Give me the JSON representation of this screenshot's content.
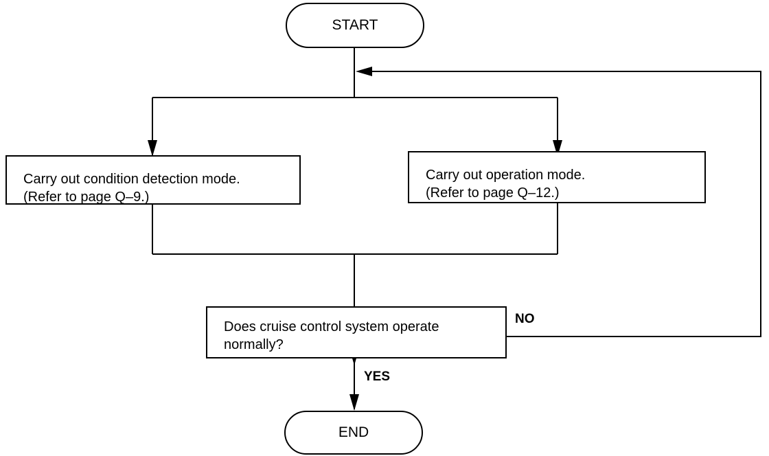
{
  "nodes": {
    "start": {
      "label": "START"
    },
    "condition_mode": {
      "line1": "Carry out condition detection mode.",
      "line2": "(Refer to page Q–9.)"
    },
    "operation_mode": {
      "line1": "Carry out operation mode.",
      "line2": "(Refer to page Q–12.)"
    },
    "decision": {
      "line1": "Does cruise control system operate",
      "line2": "normally?"
    },
    "end": {
      "label": "END"
    }
  },
  "edges": {
    "no_label": "NO",
    "yes_label": "YES"
  },
  "colors": {
    "stroke": "#000000",
    "background": "#ffffff"
  }
}
